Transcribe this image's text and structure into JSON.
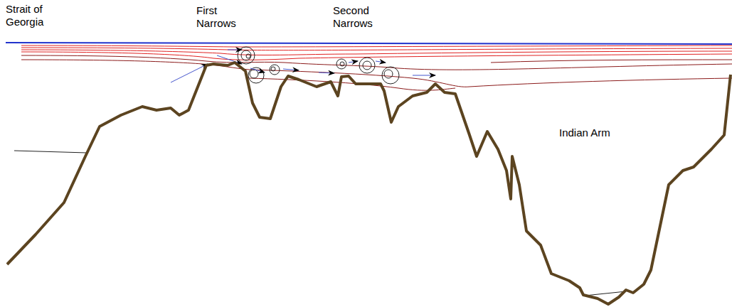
{
  "diagram": {
    "labels": [
      "Strait of Georgia",
      "First Narrows",
      "Second Narrows",
      "Indian Arm"
    ]
  }
}
